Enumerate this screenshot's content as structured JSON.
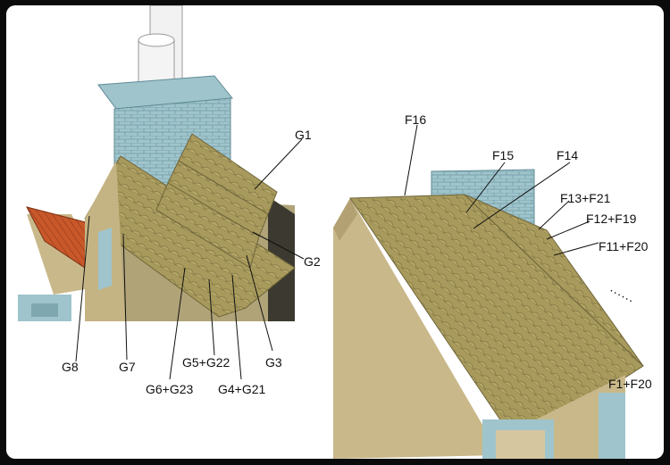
{
  "diagram": {
    "left_labels": {
      "g1": "G1",
      "g2": "G2",
      "g3": "G3",
      "g4_g21": "G4+G21",
      "g5_g22": "G5+G22",
      "g6_g23": "G6+G23",
      "g7": "G7",
      "g8": "G8"
    },
    "right_labels": {
      "f16": "F16",
      "f15": "F15",
      "f14": "F14",
      "f13_f21": "F13+F21",
      "f12_f19": "F12+F19",
      "f11_f20": "F11+F20",
      "f1_f20": "F1+F20",
      "continuation": "......"
    },
    "colors": {
      "shingle": "#a89a5c",
      "wall": "#c9b88a",
      "chimney_brick": "#9fc4cc",
      "chimney_pipe": "#f2f2f2",
      "dormer_roof": "#c8582a"
    }
  }
}
